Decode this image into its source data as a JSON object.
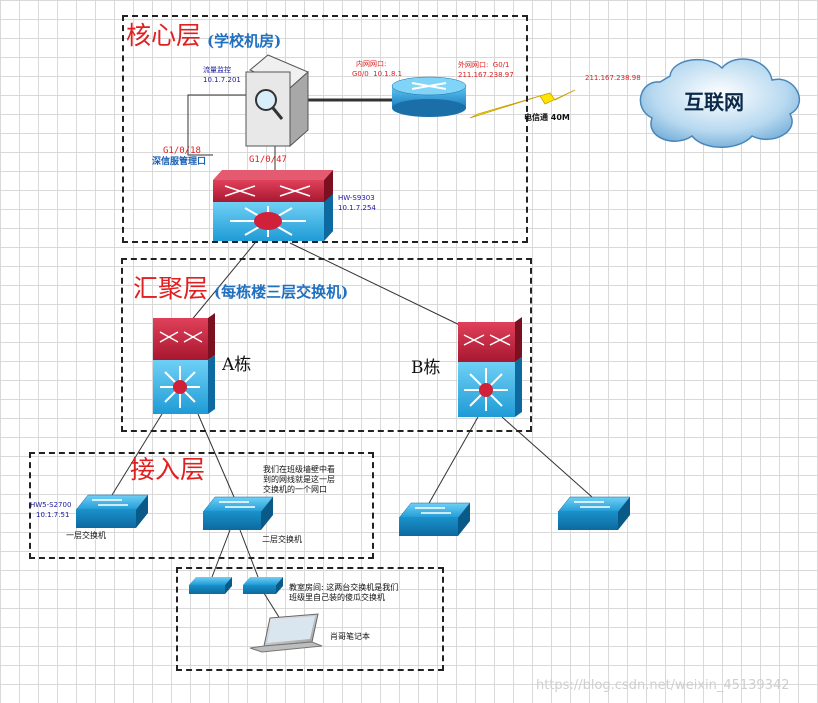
{
  "layers": {
    "core_title": "核心层",
    "core_subtitle": "(学校机房)",
    "agg_title": "汇聚层",
    "agg_subtitle": "(每栋楼三层交换机)",
    "access_title": "接入层"
  },
  "core": {
    "monitor_name": "流量监控",
    "monitor_ip": "10.1.7.201",
    "inner_port_label": "内网网口:",
    "inner_port_ip": "G0/0  10.1.8.1",
    "outer_port_label": "外网网口:  G0/1",
    "outer_port_ip": "211.167.238.97",
    "internet_ip": "211.167.238.98",
    "link_speed": "电信通 40M",
    "sangfor_port": "G1/0/18",
    "sangfor_label": "深信服管理口",
    "switch_port": "G1/0/47",
    "core_switch_model": "HW-S9303",
    "core_switch_ip": "10.1.7.254"
  },
  "cloud_label": "互联网",
  "buildings": {
    "a": "A栋",
    "b": "B栋"
  },
  "access": {
    "note": "我们在班级墙壁中看\n到的网线就是这一层\n交换机的一个网口",
    "sw1_model": "HW5-S2700",
    "sw1_ip": "10.1.7.51",
    "sw1_label": "一层交换机",
    "sw2_label": "二层交换机"
  },
  "classroom": {
    "note": "教室房间: 这两台交换机是我们\n班级里自己装的傻瓜交换机",
    "laptop_label": "肖哥笔记本"
  },
  "watermark": "https://blog.csdn.net/weixin_45139342",
  "colors": {
    "accent_red": "#e02020",
    "accent_blue": "#2070c0",
    "switch_blue": "#1f9bd6",
    "switch_red": "#c8203a"
  }
}
